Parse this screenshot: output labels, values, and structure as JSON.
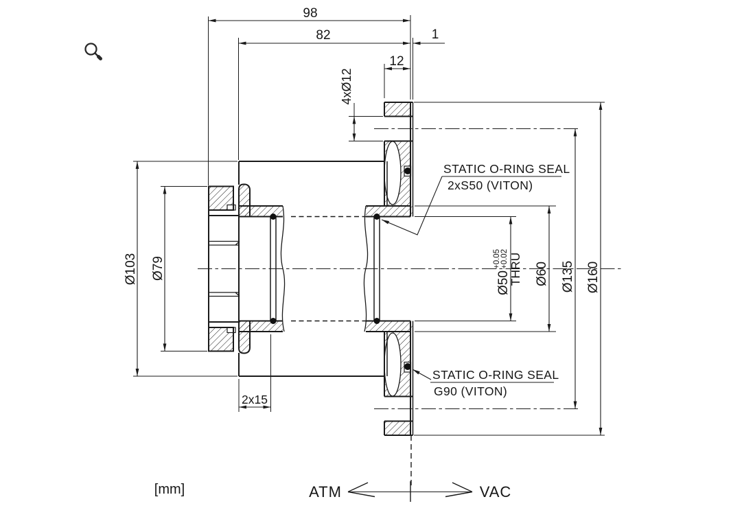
{
  "drawing": {
    "units_label": "[mm]",
    "sides": {
      "atmosphere": "ATM",
      "vacuum": "VAC"
    },
    "dimensions": {
      "overall_length": "98",
      "body_length": "82",
      "face_offset": "1",
      "flange_thickness": "12",
      "bolt_holes": "4xØ12",
      "groove_spacing": "2x15",
      "collar_diameter": "Ø103",
      "pilot_diameter": "Ø79",
      "bore_diameter": "Ø50",
      "bore_tol_upper": "+0.05",
      "bore_tol_lower": "+0.02",
      "bore_note": "THRU",
      "tube_diameter": "Ø60",
      "bolt_circle_diameter": "Ø135",
      "flange_diameter": "Ø160"
    },
    "notes": {
      "seal_upper": {
        "line1": "STATIC O-RING SEAL",
        "line2": "2xS50 (VITON)"
      },
      "seal_lower": {
        "line1": "STATIC O-RING SEAL",
        "line2": "G90 (VITON)"
      }
    },
    "colors": {
      "line": "#1a1a1a",
      "background": "#ffffff"
    }
  }
}
